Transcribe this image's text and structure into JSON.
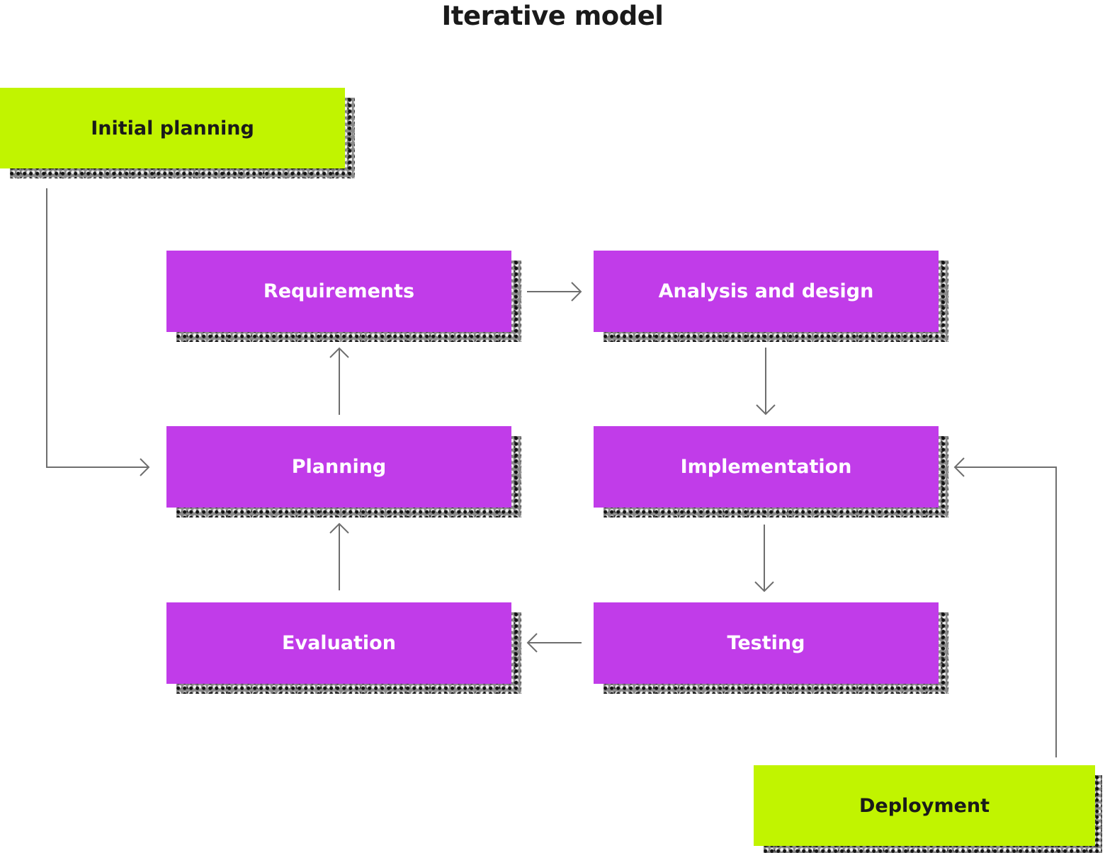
{
  "title": "Iterative model",
  "colors": {
    "phase": "#c13ce9",
    "endpoint": "#c1f400",
    "arrow": "#6e6e6e"
  },
  "nodes": {
    "initial_planning": "Initial planning",
    "requirements": "Requirements",
    "analysis_design": "Analysis and design",
    "planning": "Planning",
    "implementation": "Implementation",
    "evaluation": "Evaluation",
    "testing": "Testing",
    "deployment": "Deployment"
  },
  "edges": [
    {
      "from": "initial_planning",
      "to": "planning"
    },
    {
      "from": "planning",
      "to": "requirements"
    },
    {
      "from": "requirements",
      "to": "analysis_design"
    },
    {
      "from": "analysis_design",
      "to": "implementation"
    },
    {
      "from": "implementation",
      "to": "testing"
    },
    {
      "from": "testing",
      "to": "evaluation"
    },
    {
      "from": "evaluation",
      "to": "planning"
    },
    {
      "from": "deployment",
      "to": "implementation"
    }
  ]
}
